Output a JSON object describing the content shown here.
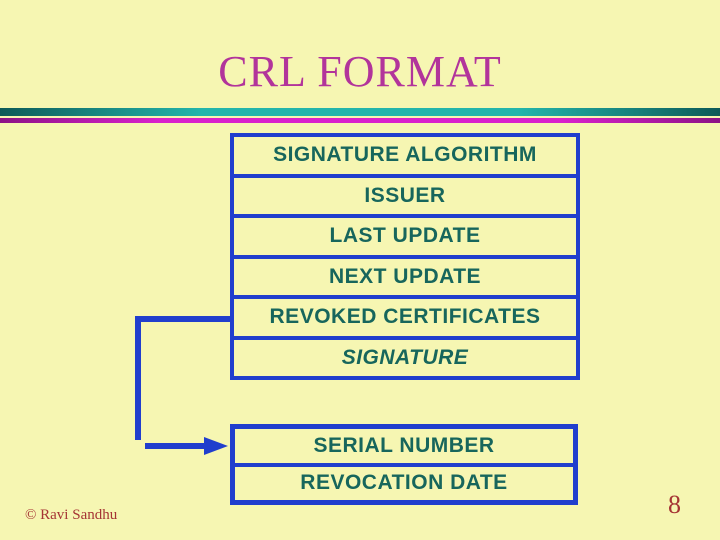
{
  "title": "CRL FORMAT",
  "main_box": {
    "rows": [
      "SIGNATURE ALGORITHM",
      "ISSUER",
      "LAST UPDATE",
      "NEXT UPDATE",
      "REVOKED CERTIFICATES",
      "SIGNATURE"
    ]
  },
  "entry_box": {
    "rows": [
      "SERIAL NUMBER",
      "REVOCATION DATE"
    ]
  },
  "footer": {
    "copyright": "© Ravi Sandhu",
    "page_number": "8"
  },
  "colors": {
    "background": "#f6f6b2",
    "box_border": "#203ecd",
    "field_text": "#17665c",
    "title_text": "#b2349b",
    "rule_teal": "#23b5ab",
    "rule_magenta": "#d921cc",
    "footer_text": "#a53434"
  }
}
